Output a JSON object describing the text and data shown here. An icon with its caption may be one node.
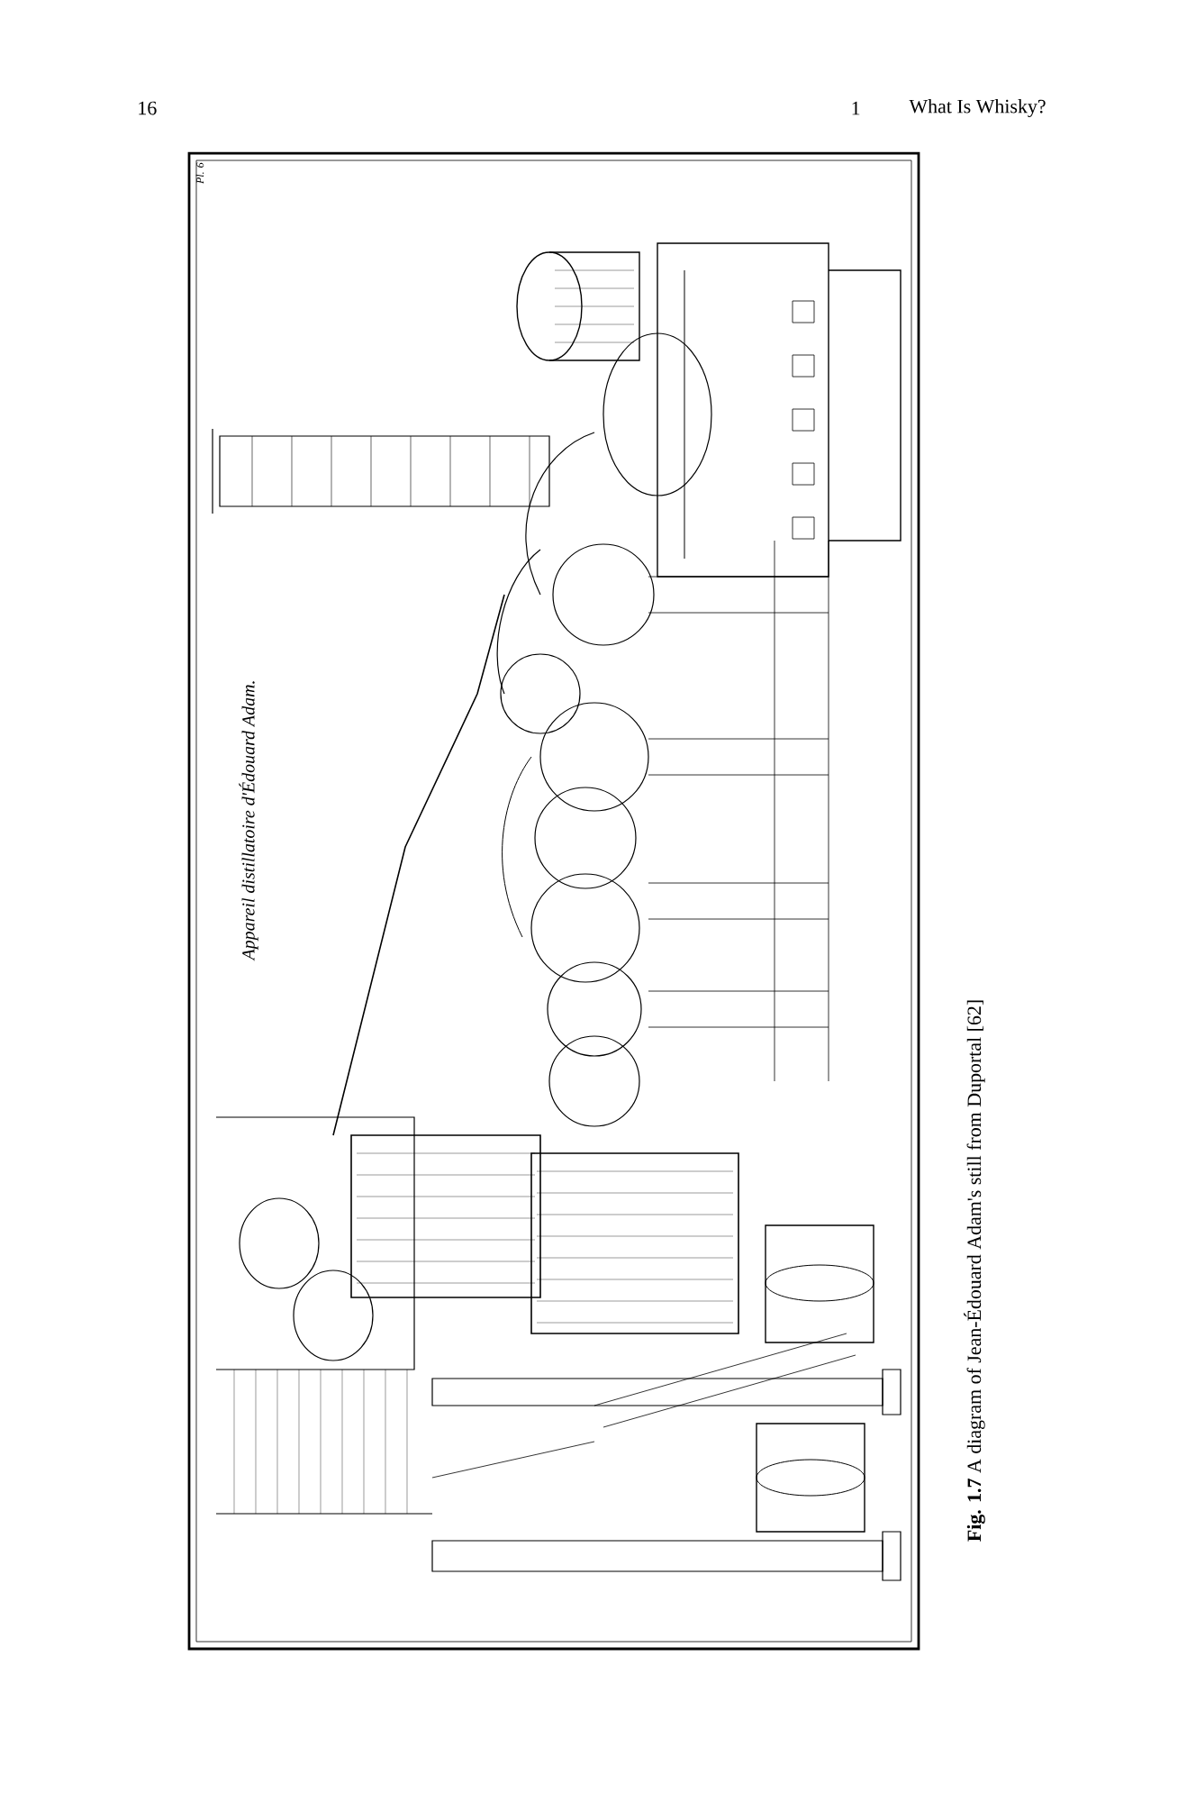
{
  "diagram": {
    "title": "Appareil distillatoire d'Édouard Adam.",
    "caption": "**Fig. 1.7** A diagram of Jean-Édouard Adam's still from Duportal [62]",
    "labels": [
      "16",
      "1",
      "What Is Whisky?",
      "Pl. 6"
    ]
  }
}
